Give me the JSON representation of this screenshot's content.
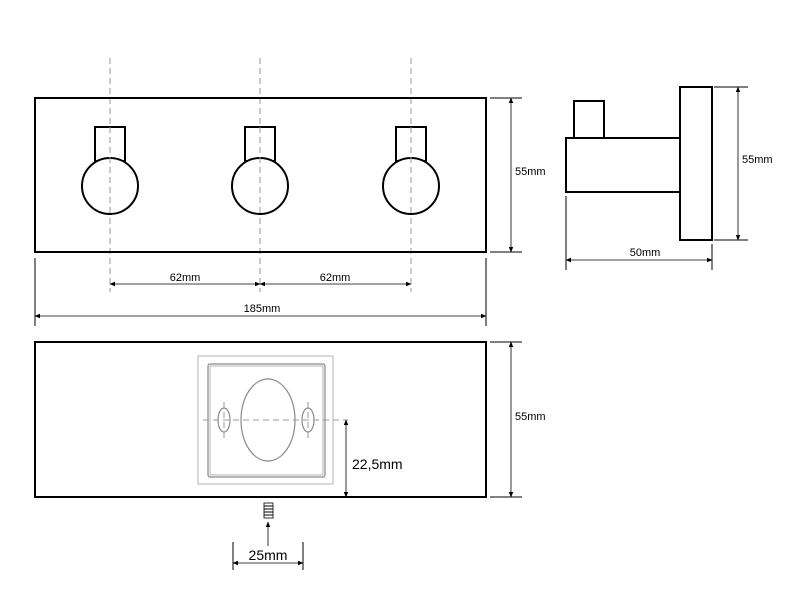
{
  "front_view": {
    "spacing_left": "62mm",
    "spacing_right": "62mm",
    "total_width": "185mm",
    "height": "55mm"
  },
  "side_view": {
    "height": "55mm",
    "depth": "50mm"
  },
  "back_view": {
    "height": "55mm",
    "mount_height": "22,5mm",
    "screw_offset": "25mm"
  }
}
